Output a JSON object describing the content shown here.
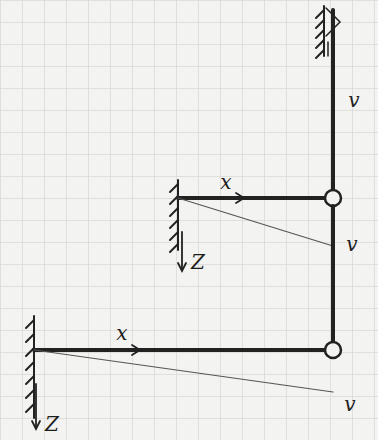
{
  "diagram": {
    "labels": [
      "v",
      "x",
      "v",
      "Z",
      "x",
      "v",
      "Z"
    ]
  }
}
